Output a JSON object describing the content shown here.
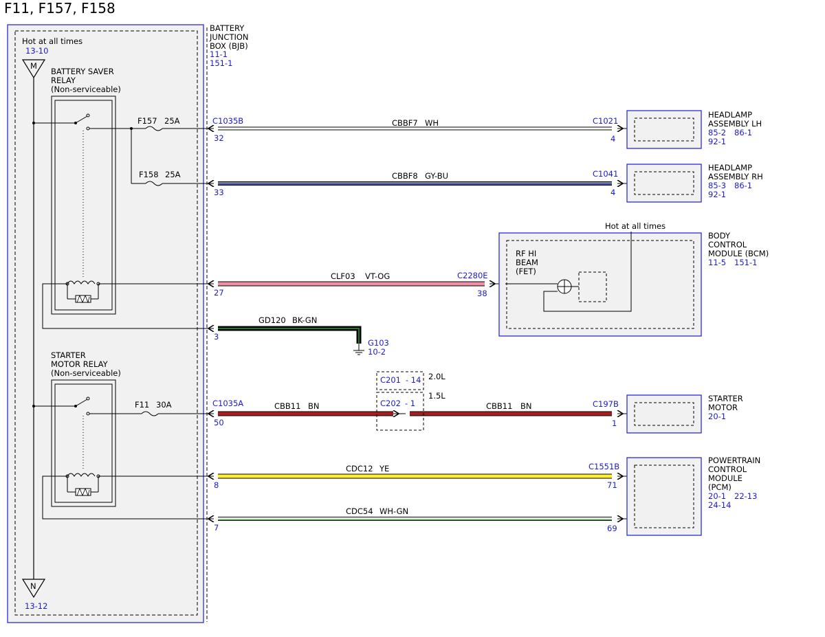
{
  "title": "F11, F157, F158",
  "bjb": {
    "name_lines": [
      "BATTERY",
      "JUNCTION",
      "BOX (BJB)"
    ],
    "refs": [
      "11-1",
      "151-1"
    ],
    "hot_label": "Hot at all times",
    "hot_ref": "13-10",
    "top_bus_letter": "M",
    "bottom_bus_letter": "N",
    "bottom_ref": "13-12"
  },
  "relays": {
    "battery_saver": [
      "BATTERY SAVER",
      "RELAY",
      "(Non-serviceable)"
    ],
    "starter_motor": [
      "STARTER",
      "MOTOR RELAY",
      "(Non-serviceable)"
    ]
  },
  "fuses": {
    "f157": {
      "id": "F157",
      "rating": "25A"
    },
    "f158": {
      "id": "F158",
      "rating": "25A"
    },
    "f11": {
      "id": "F11",
      "rating": "30A"
    }
  },
  "circuits": {
    "cbbf7": {
      "left_connector": "C1035B",
      "left_pin": "32",
      "circuit": "CBBF7",
      "color": "WH",
      "right_connector": "C1021",
      "right_pin": "4"
    },
    "cbbf8": {
      "left_pin": "33",
      "circuit": "CBBF8",
      "color": "GY-BU",
      "right_connector": "C1041",
      "right_pin": "4"
    },
    "clf03": {
      "left_pin": "27",
      "circuit": "CLF03",
      "color": "VT-OG",
      "right_connector": "C2280E",
      "right_pin": "38"
    },
    "gd120": {
      "left_pin": "3",
      "circuit": "GD120",
      "color": "BK-GN",
      "ground": "G103",
      "ground_ref": "10-2"
    },
    "cbb11": {
      "left_connector": "C1035A",
      "left_pin": "50",
      "circuit": "CBB11",
      "color": "BN",
      "right_connector": "C197B",
      "right_pin": "1"
    },
    "cdc12": {
      "left_pin": "8",
      "circuit": "CDC12",
      "color": "YE",
      "right_connector": "C1551B",
      "right_pin": "71"
    },
    "cdc54": {
      "left_pin": "7",
      "circuit": "CDC54",
      "color": "WH-GN",
      "right_pin": "69"
    }
  },
  "inline": {
    "c201": "C201",
    "c201_pin": "- 14",
    "c201_engine": "2.0L",
    "c202": "C202",
    "c202_pin": "- 1",
    "c202_engine": "1.5L"
  },
  "components": {
    "headlamp_lh": {
      "name_lines": [
        "HEADLAMP",
        "ASSEMBLY LH"
      ],
      "refs": [
        "85-2",
        "86-1",
        "92-1"
      ]
    },
    "headlamp_rh": {
      "name_lines": [
        "HEADLAMP",
        "ASSEMBLY RH"
      ],
      "refs": [
        "85-3",
        "86-1",
        "92-1"
      ]
    },
    "bcm": {
      "name_lines": [
        "BODY",
        "CONTROL",
        "MODULE (BCM)"
      ],
      "refs": [
        "11-5",
        "151-1"
      ],
      "hot_label": "Hot at all times",
      "inner_lines": [
        "RF HI",
        "BEAM",
        "(FET)"
      ]
    },
    "starter_motor": {
      "name_lines": [
        "STARTER",
        "MOTOR"
      ],
      "refs": [
        "20-1"
      ]
    },
    "pcm": {
      "name_lines": [
        "POWERTRAIN",
        "CONTROL",
        "MODULE",
        "(PCM)"
      ],
      "refs": [
        "20-1",
        "22-13",
        "24-14"
      ]
    }
  },
  "wire_colors": {
    "WH": "#ffffff",
    "GY-BU": "#7a86a8",
    "VT-OG": "#ee8fa6",
    "BK-GN": "#0f4a14",
    "BN": "#a61e1e",
    "YE": "#ffef30",
    "WH-GN": "#cfe8c6",
    "outline": "#000000",
    "module_blue": "#2a2ae0",
    "text_blue": "#1a1acc"
  }
}
